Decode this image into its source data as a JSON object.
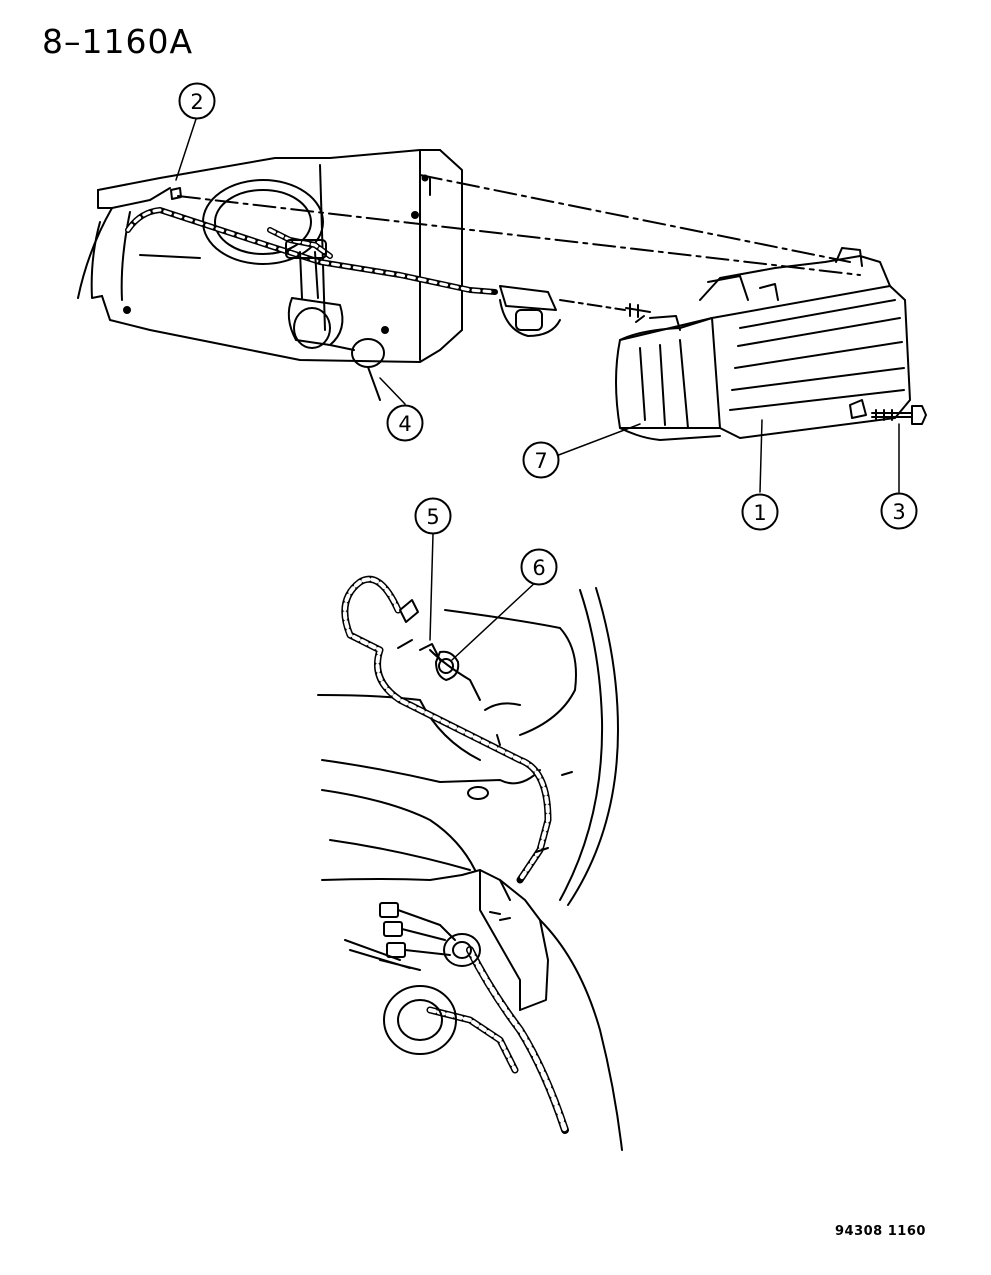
{
  "header": {
    "title": "8–1160A"
  },
  "footer": {
    "drawing_number": "94308  1160"
  },
  "callouts": [
    "1",
    "2",
    "3",
    "4",
    "5",
    "6",
    "7"
  ]
}
